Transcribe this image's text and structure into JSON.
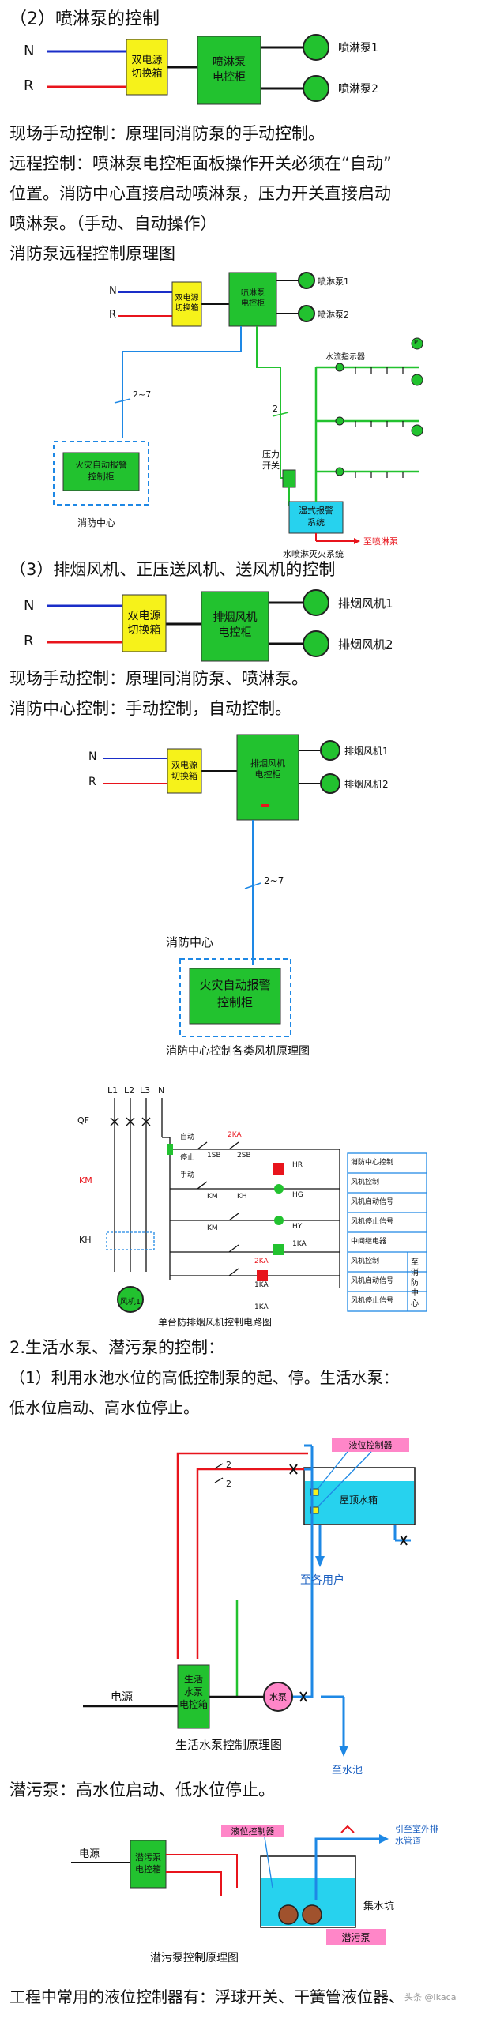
{
  "s1": {
    "heading": "（2）喷淋泵的控制",
    "n": "N",
    "r": "R",
    "box1_l1": "双电源",
    "box1_l2": "切换箱",
    "box2_l1": "喷淋泵",
    "box2_l2": "电控柜",
    "pump1": "喷淋泵1",
    "pump2": "喷淋泵2"
  },
  "p1": "现场手动控制：原理同消防泵的手动控制。",
  "p2a": "远程控制：喷淋泵电控柜面板操作开关必须在“自动”",
  "p2b": "位置。消防中心直接启动喷淋泵，压力开关直接启动",
  "p2c": "喷淋泵。（手动、自动操作）",
  "s2": {
    "heading": "消防泵远程控制原理图",
    "n": "N",
    "r": "R",
    "box1_l1": "双电源",
    "box1_l2": "切换箱",
    "box2_l1": "喷淋泵",
    "box2_l2": "电控柜",
    "pump1": "喷淋泵1",
    "pump2": "喷淋泵2",
    "wire1": "2~7",
    "wire2": "2",
    "alarm_l1": "火灾自动报警",
    "alarm_l2": "控制柜",
    "center": "消防中心",
    "psw_l1": "压力",
    "psw_l2": "开关",
    "flow": "水流指示器",
    "valve_l1": "湿式报警",
    "valve_l2": "系统",
    "to_pump": "至喷淋泵",
    "caption": "水喷淋灭火系统",
    "head": "P"
  },
  "s3": {
    "heading": "（3）排烟风机、正压送风机、送风机的控制",
    "n": "N",
    "r": "R",
    "box1_l1": "双电源",
    "box1_l2": "切换箱",
    "box2_l1": "排烟风机",
    "box2_l2": "电控柜",
    "fan1": "排烟风机1",
    "fan2": "排烟风机2"
  },
  "p3": "现场手动控制：原理同消防泵、喷淋泵。",
  "p4": "消防中心控制：手动控制，自动控制。",
  "s4": {
    "n": "N",
    "r": "R",
    "box1_l1": "双电源",
    "box1_l2": "切换箱",
    "box2_l1": "排烟风机",
    "box2_l2": "电控柜",
    "fan1": "排烟风机1",
    "fan2": "排烟风机2",
    "wire": "2~7",
    "center": "消防中心",
    "alarm_l1": "火灾自动报警",
    "alarm_l2": "控制柜",
    "caption": "消防中心控制各类风机原理图"
  },
  "s5": {
    "phases": [
      "L1",
      "L2",
      "L3",
      "N"
    ],
    "qf": "QF",
    "km": "KM",
    "kh": "KH",
    "motor": "风机1",
    "contacts": [
      "2KA",
      "1SB",
      "2SB",
      "KM",
      "KH",
      "1KA",
      "KM",
      "2KA",
      "1KA",
      "1KA"
    ],
    "sw_labels": [
      "自动",
      "停止",
      "手动"
    ],
    "lamps": [
      "HR",
      "HG",
      "HY"
    ],
    "legend": [
      "消防中心控制",
      "风机控制",
      "风机启动信号",
      "风机停止信号",
      "中间继电器",
      "风机控制",
      "风机启动信号",
      "风机停止信号"
    ],
    "side_label": "至消防中心",
    "caption": "单台防排烟风机控制电路图"
  },
  "s6": {
    "heading": "2.生活水泵、潜污泵的控制：",
    "p_a": "（1）利用水池水位的高低控制泵的起、停。生活水泵：",
    "p_b": "低水位启动、高水位停止。",
    "level_ctrl": "液位控制器",
    "tank": "屋顶水箱",
    "users": "至各用户",
    "power": "电源",
    "box_l1": "生活",
    "box_l2": "水泵",
    "box_l3": "电控箱",
    "pump": "水泵",
    "pool": "至水池",
    "wire1": "2",
    "wire2": "2",
    "caption": "生活水泵控制原理图"
  },
  "s7": {
    "heading": "潜污泵：高水位启动、低水位停止。",
    "power": "电源",
    "box_l1": "潜污泵",
    "box_l2": "电控箱",
    "level_ctrl": "液位控制器",
    "out_l1": "引至室外排",
    "out_l2": "水管道",
    "pit": "集水坑",
    "pump": "潜污泵",
    "caption": "潜污泵控制原理图"
  },
  "footer": "工程中常用的液位控制器有：浮球开关、干簧管液位器、",
  "watermark": "头条 @Ikaca",
  "colors": {
    "green": "#22c22f",
    "yellow": "#f6f21a",
    "red": "#e8141c",
    "blue": "#1e88e5",
    "pink": "#ff86c8",
    "cyan": "#27d2ee"
  }
}
